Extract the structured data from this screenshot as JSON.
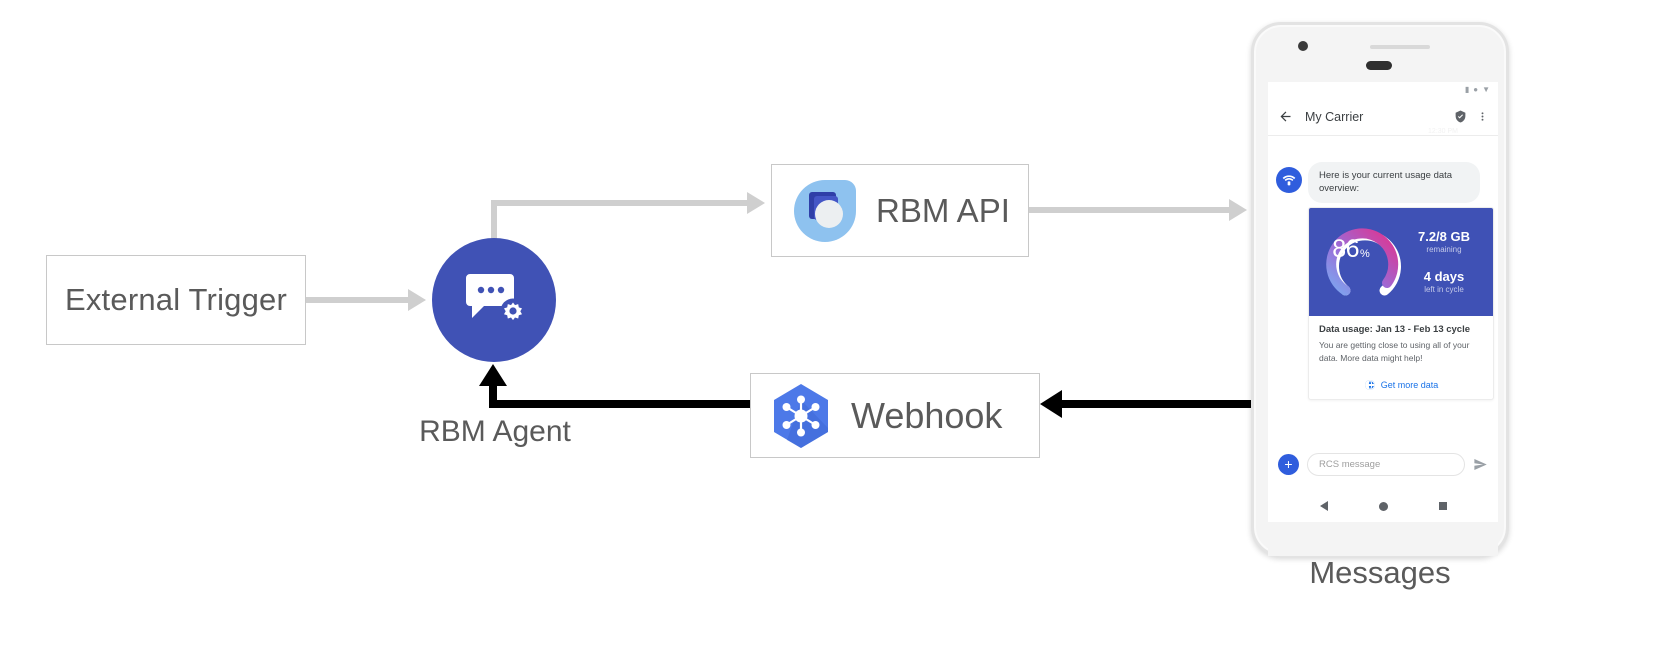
{
  "diagram": {
    "nodes": {
      "external_trigger": {
        "label": "External Trigger"
      },
      "rbm_agent": {
        "label": "RBM Agent",
        "icon": "chat-gear-icon",
        "color": "#4052b5"
      },
      "rbm_api": {
        "label": "RBM API",
        "icon": "rbm-api-logo-icon"
      },
      "webhook": {
        "label": "Webhook",
        "icon": "webhook-hexagon-icon",
        "color": "#4d79e8"
      },
      "messages": {
        "label": "Messages"
      }
    },
    "connectors": [
      {
        "name": "trigger-to-agent",
        "from": "External Trigger",
        "to": "RBM Agent",
        "style": "gray-arrow"
      },
      {
        "name": "agent-to-rbm-api",
        "from": "RBM Agent",
        "to": "RBM API",
        "style": "gray-arrow"
      },
      {
        "name": "rbm-api-to-messages",
        "from": "RBM API",
        "to": "Messages",
        "style": "gray-arrow"
      },
      {
        "name": "messages-to-webhook",
        "from": "Messages",
        "to": "Webhook",
        "style": "black-arrow"
      },
      {
        "name": "webhook-to-agent",
        "from": "Webhook",
        "to": "RBM Agent",
        "style": "black-arrow"
      }
    ]
  },
  "phone": {
    "status_bar": {
      "icons": [
        "signal-icon",
        "wifi-icon",
        "battery-icon"
      ]
    },
    "app_bar": {
      "back_icon": "back-arrow-icon",
      "title": "My Carrier",
      "verified_icon": "verified-shield-icon",
      "overflow_icon": "more-vert-icon",
      "time": "12:30 PM"
    },
    "conversation": {
      "avatar_icon": "carrier-wifi-avatar-icon",
      "message": "Here is your current usage data overview:",
      "rich_card": {
        "gauge": {
          "percent": "86",
          "percent_symbol": "%",
          "value": 86,
          "track_colors": [
            "#7da7f0",
            "#b05bd0",
            "#e0338f"
          ],
          "remainder_color": "#ffffff"
        },
        "stats": [
          {
            "value": "7.2/8 GB",
            "caption": "remaining"
          },
          {
            "value": "4 days",
            "caption": "left in cycle"
          }
        ],
        "title": "Data usage: Jan 13 - Feb 13 cycle",
        "description": "You are getting close to using all of your data. More data might help!",
        "action": {
          "icon": "globe-icon",
          "label": "Get more data",
          "color": "#1a73e8"
        }
      }
    },
    "composer": {
      "add_icon": "plus-icon",
      "placeholder": "RCS message",
      "send_icon": "send-icon"
    },
    "nav_bar": {
      "back_icon": "nav-back-icon",
      "home_icon": "nav-home-icon",
      "recents_icon": "nav-recents-icon"
    }
  }
}
